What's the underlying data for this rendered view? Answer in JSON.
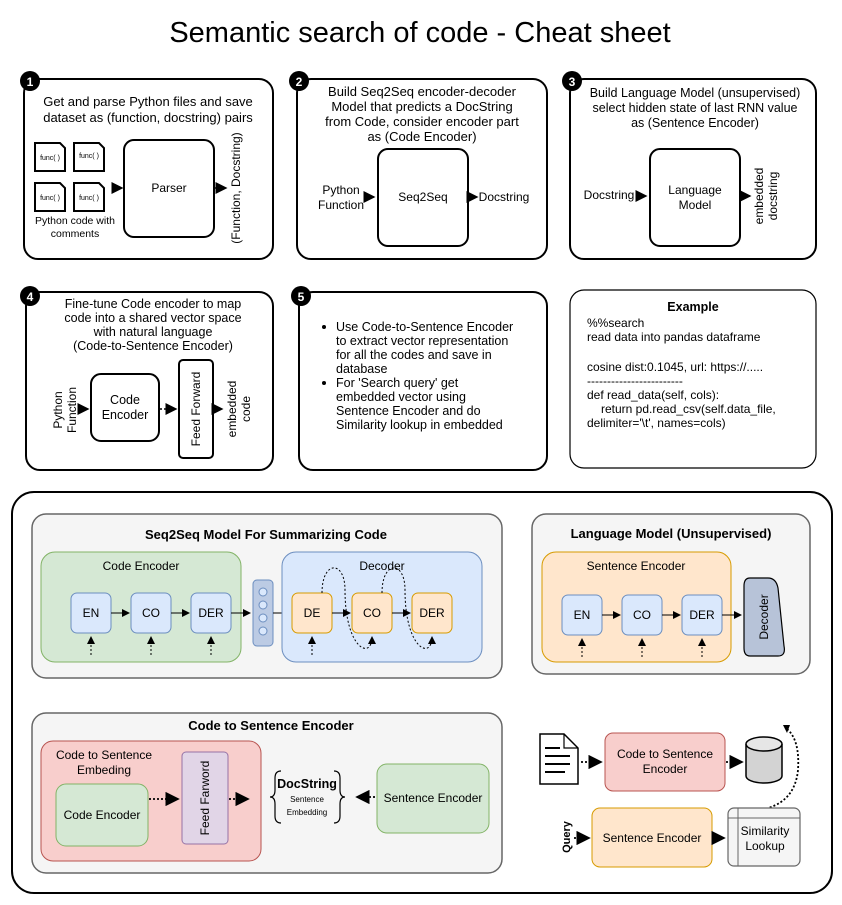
{
  "title": "Semantic search of code - Cheat sheet",
  "steps": {
    "s1": {
      "num": "1",
      "line1": "Get and parse Python files and save",
      "line2": "dataset as (function, docstring) pairs",
      "func": "func( )",
      "caption1": "Python code with",
      "caption2": "comments",
      "parser": "Parser",
      "output": "(Function, Docstring)"
    },
    "s2": {
      "num": "2",
      "line1": "Build Seq2Seq encoder-decoder",
      "line2": "Model that predicts a DocString",
      "line3": "from Code, consider encoder part",
      "line4": "as (Code Encoder)",
      "input1": "Python",
      "input2": "Function",
      "box": "Seq2Seq",
      "output": "Docstring"
    },
    "s3": {
      "num": "3",
      "line1": "Build Language Model (unsupervised)",
      "line2": "select hidden state of last RNN value",
      "line3": "as (Sentence Encoder)",
      "input": "Docstring",
      "box1": "Language",
      "box2": "Model",
      "out1": "embedded",
      "out2": "docstring"
    },
    "s4": {
      "num": "4",
      "line1": "Fine-tune Code encoder to map",
      "line2": "code into a shared vector space",
      "line3": "with natural language",
      "line4": "(Code-to-Sentence Encoder)",
      "input1": "Python",
      "input2": "Function",
      "box1": "Code",
      "box2": "Encoder",
      "ff": "Feed Forward",
      "out1": "embedded",
      "out2": "code"
    },
    "s5": {
      "num": "5",
      "b1l1": "Use Code-to-Sentence Encoder",
      "b1l2": "to extract vector representation",
      "b1l3": "for all the codes and save in",
      "b1l4": "database",
      "b2l1": "For 'Search query' get",
      "b2l2": "embedded vector using",
      "b2l3": "Sentence Encoder and do",
      "b2l4": "Similarity lookup in embedded"
    },
    "example": {
      "title": "Example",
      "l1": "%%search",
      "l2": "read data into pandas dataframe",
      "l3": "cosine dist:0.1045,  url: https://.....",
      "l4": "------------------------",
      "l5": "def read_data(self, cols):",
      "l6": "return pd.read_csv(self.data_file,",
      "l7": "delimiter='\\t', names=cols)"
    }
  },
  "seq2seq": {
    "title": "Seq2Seq Model For Summarizing Code",
    "encoder": "Code Encoder",
    "decoder": "Decoder",
    "en": "EN",
    "co": "CO",
    "der": "DER",
    "de": "DE"
  },
  "lm": {
    "title": "Language Model (Unsupervised)",
    "encoder": "Sentence Encoder",
    "en": "EN",
    "co": "CO",
    "der": "DER",
    "decoder": "Decoder"
  },
  "c2s": {
    "title": "Code to Sentence Encoder",
    "emb1": "Code to Sentence",
    "emb2": "Embeding",
    "code_encoder": "Code Encoder",
    "ff": "Feed Farword",
    "doc": "DocString",
    "doc_sub1": "Sentence",
    "doc_sub2": "Embedding",
    "sentence_encoder": "Sentence Encoder"
  },
  "lookup": {
    "c2s1": "Code to Sentence",
    "c2s2": "Encoder",
    "query": "Query",
    "sentence_encoder": "Sentence Encoder",
    "sim1": "Similarity",
    "sim2": "Lookup"
  },
  "colors": {
    "green": "#d5e8d4",
    "green_stroke": "#82b366",
    "blue": "#dae8fc",
    "blue_stroke": "#6c8ebf",
    "orange": "#ffe6cc",
    "orange_stroke": "#d79b00",
    "red": "#f8cecc",
    "red_stroke": "#b85450",
    "purple": "#e1d5e7",
    "purple_stroke": "#9673a6",
    "grey": "#f5f5f5",
    "grey_stroke": "#666666"
  }
}
